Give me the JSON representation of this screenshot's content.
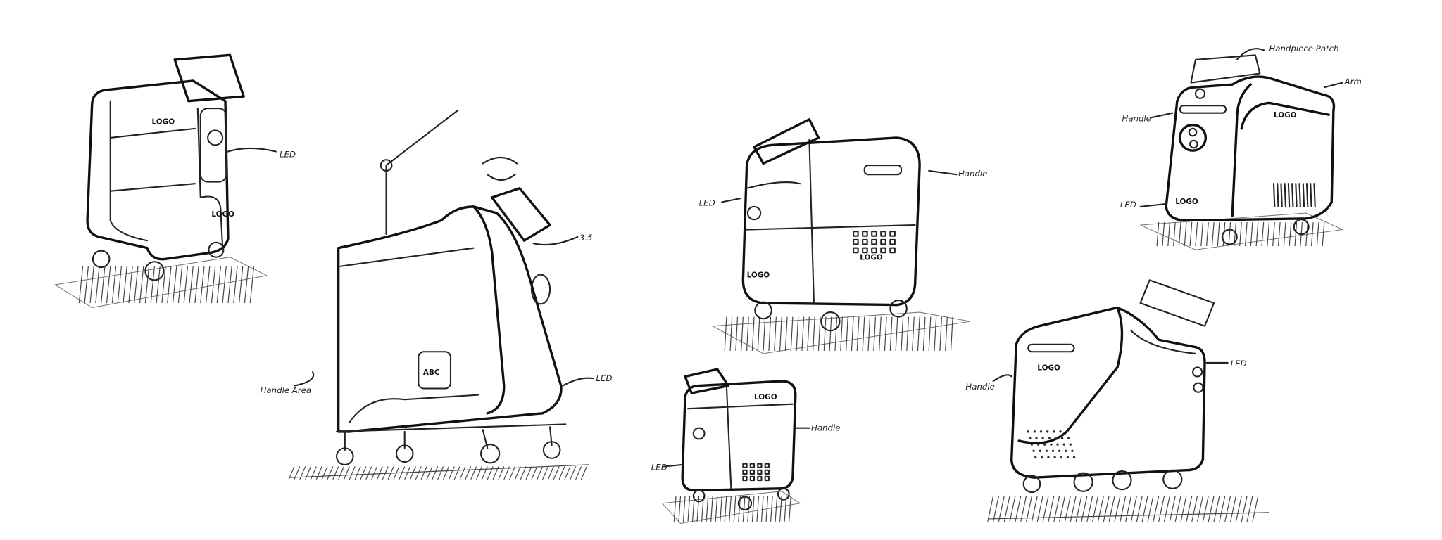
{
  "sketches": [
    {
      "id": "a",
      "labels": {
        "logo": "LOGO",
        "logo2": "LOGO",
        "led": "LED"
      }
    },
    {
      "id": "b",
      "labels": {
        "handle": "Handle Area",
        "led": "LED",
        "logo": "ABC",
        "top": "3.5"
      }
    },
    {
      "id": "c",
      "labels": {
        "led": "LED",
        "handle": "Handle",
        "logo": "LOGO",
        "logo2": "LOGO"
      }
    },
    {
      "id": "d",
      "labels": {
        "logo": "LOGO",
        "handle": "Handle",
        "led": "LED"
      }
    },
    {
      "id": "e",
      "labels": {
        "handpiece": "Handpiece Patch",
        "arm": "Arm",
        "handle": "Handle",
        "logo": "LOGO",
        "logo2": "LOGO",
        "led": "LED"
      }
    },
    {
      "id": "f",
      "labels": {
        "led": "LED",
        "handle": "Handle",
        "logo": "LOGO"
      }
    }
  ]
}
